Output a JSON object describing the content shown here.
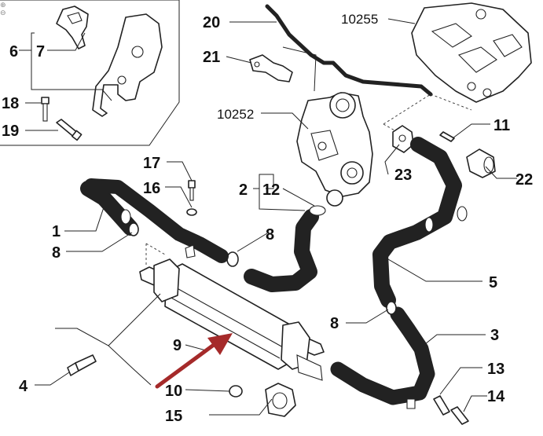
{
  "labels": {
    "p1": "1",
    "p2": "2",
    "p3": "3",
    "p4": "4",
    "p5": "5",
    "p6": "6",
    "p7": "7",
    "p8a": "8",
    "p8b": "8",
    "p8c": "8",
    "p9": "9",
    "p10": "10",
    "p11": "11",
    "p12": "12",
    "p13": "13",
    "p14": "14",
    "p15": "15",
    "p16": "16",
    "p17": "17",
    "p18": "18",
    "p19": "19",
    "p20": "20",
    "p21": "21",
    "p22": "22",
    "p23": "23",
    "p10252": "10252",
    "p10255": "10255"
  },
  "colors": {
    "line": "#222222",
    "arrow": "#a52a2a",
    "background": "#ffffff"
  },
  "icons": {
    "zoom_in": "zoom-in-icon",
    "zoom_out": "zoom-out-icon"
  }
}
